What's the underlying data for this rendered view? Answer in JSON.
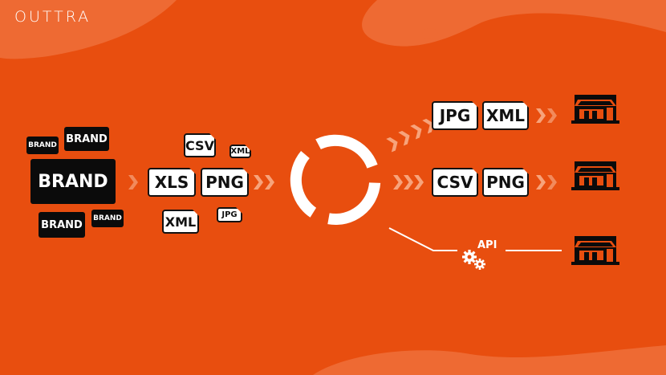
{
  "logo": {
    "text": "OUTTRA"
  },
  "brands": {
    "tiny_top_left": "BRAND",
    "top": "BRAND",
    "main": "BRAND",
    "bottom_left": "BRAND",
    "bottom_right": "BRAND"
  },
  "input_files": {
    "csv": "CSV",
    "xml_small": "XML",
    "xls": "XLS",
    "png": "PNG",
    "xml": "XML",
    "jpg_small": "JPG"
  },
  "outputs": {
    "row1": [
      "JPG",
      "XML"
    ],
    "row2": [
      "CSV",
      "PNG"
    ],
    "api_label": "API"
  },
  "colors": {
    "background": "#e84e0f",
    "chevron": "#f7a37b",
    "ink": "#0b0b0b",
    "paper": "#ffffff"
  }
}
